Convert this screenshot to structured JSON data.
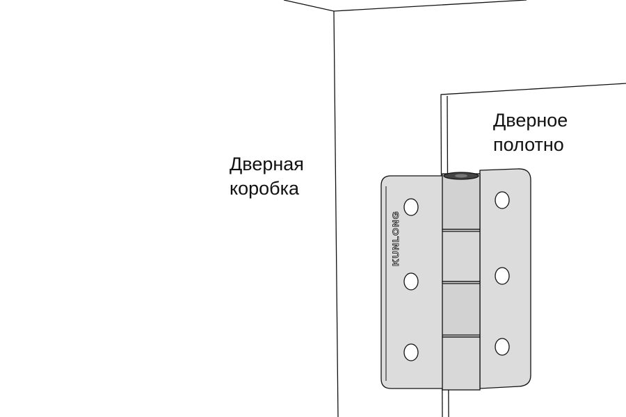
{
  "labels": {
    "door_frame": [
      "Дверная",
      "коробка"
    ],
    "door_leaf": [
      "Дверное",
      "полотно"
    ]
  },
  "hinge": {
    "brand": "KUNLONG",
    "leaf_holes": 3
  },
  "colors": {
    "line": "#111111",
    "hinge_metal": "#dcdcdc",
    "knuckle": "#d2d2d2",
    "hole": "#ffffff"
  }
}
